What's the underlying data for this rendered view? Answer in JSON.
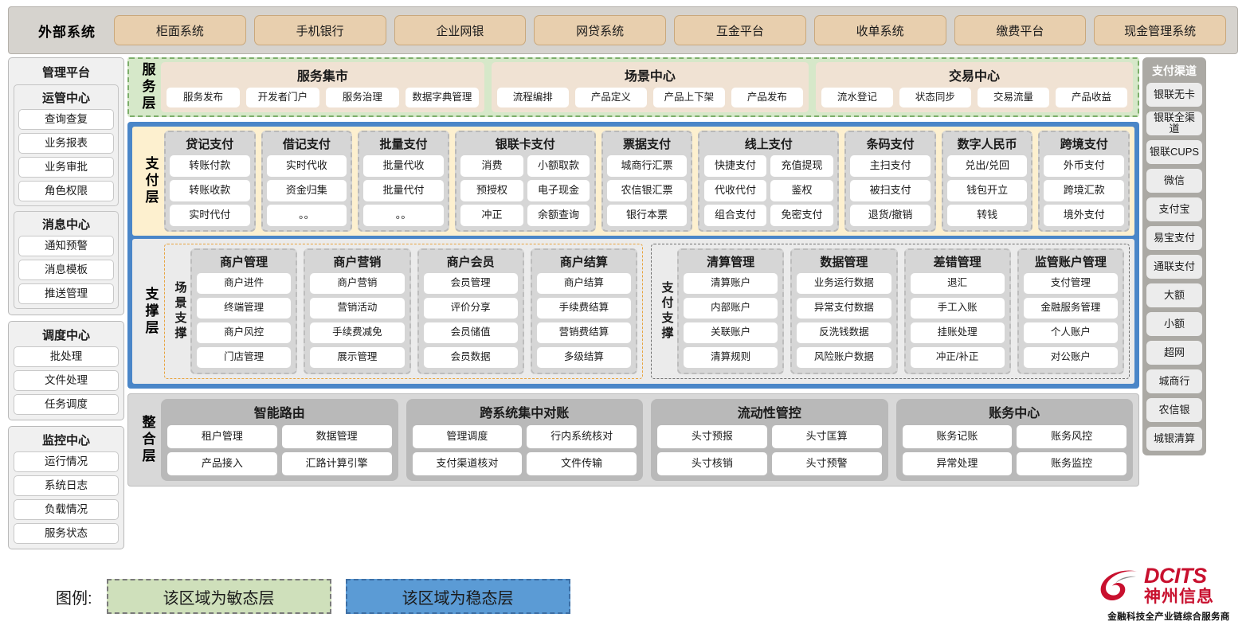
{
  "external": {
    "title": "外部系统",
    "items": [
      "柜面系统",
      "手机银行",
      "企业网银",
      "网贷系统",
      "互金平台",
      "收单系统",
      "缴费平台",
      "现金管理系统"
    ]
  },
  "management": {
    "title": "管理平台",
    "groups": [
      {
        "title": "运管中心",
        "items": [
          "查询查复",
          "业务报表",
          "业务审批",
          "角色权限"
        ]
      },
      {
        "title": "消息中心",
        "items": [
          "通知预警",
          "消息模板",
          "推送管理"
        ]
      }
    ],
    "groups2": [
      {
        "title": "调度中心",
        "items": [
          "批处理",
          "文件处理",
          "任务调度"
        ]
      },
      {
        "title": "监控中心",
        "items": [
          "运行情况",
          "系统日志",
          "负载情况",
          "服务状态"
        ]
      }
    ]
  },
  "service_layer": {
    "tag": "服务层",
    "groups": [
      {
        "title": "服务集市",
        "items": [
          "服务发布",
          "开发者门户",
          "服务治理",
          "数据字典管理"
        ]
      },
      {
        "title": "场景中心",
        "items": [
          "流程编排",
          "产品定义",
          "产品上下架",
          "产品发布"
        ]
      },
      {
        "title": "交易中心",
        "items": [
          "流水登记",
          "状态同步",
          "交易流量",
          "产品收益"
        ]
      }
    ]
  },
  "pay_layer": {
    "tag": "支付层",
    "groups": [
      {
        "title": "贷记支付",
        "cols": 1,
        "items": [
          "转账付款",
          "转账收款",
          "实时代付"
        ]
      },
      {
        "title": "借记支付",
        "cols": 1,
        "items": [
          "实时代收",
          "资金归集",
          "。。"
        ]
      },
      {
        "title": "批量支付",
        "cols": 1,
        "items": [
          "批量代收",
          "批量代付",
          "。。"
        ]
      },
      {
        "title": "银联卡支付",
        "cols": 2,
        "items": [
          "消费",
          "小额取款",
          "预授权",
          "电子现金",
          "冲正",
          "余额查询"
        ]
      },
      {
        "title": "票据支付",
        "cols": 1,
        "items": [
          "城商行汇票",
          "农信银汇票",
          "银行本票"
        ]
      },
      {
        "title": "线上支付",
        "cols": 2,
        "items": [
          "快捷支付",
          "充值提现",
          "代收代付",
          "鉴权",
          "组合支付",
          "免密支付"
        ]
      },
      {
        "title": "条码支付",
        "cols": 1,
        "items": [
          "主扫支付",
          "被扫支付",
          "退货/撤销"
        ]
      },
      {
        "title": "数字人民币",
        "cols": 1,
        "items": [
          "兑出/兑回",
          "钱包开立",
          "转钱"
        ]
      },
      {
        "title": "跨境支付",
        "cols": 1,
        "items": [
          "外币支付",
          "跨境汇款",
          "境外支付"
        ]
      }
    ]
  },
  "support_layer": {
    "tag": "支撑层",
    "scene": {
      "sublabel": "场景支撑",
      "columns": [
        {
          "title": "商户管理",
          "items": [
            "商户进件",
            "终端管理",
            "商户风控",
            "门店管理"
          ]
        },
        {
          "title": "商户营销",
          "items": [
            "商户营销",
            "营销活动",
            "手续费减免",
            "展示管理"
          ]
        },
        {
          "title": "商户会员",
          "items": [
            "会员管理",
            "评价分享",
            "会员储值",
            "会员数据"
          ]
        },
        {
          "title": "商户结算",
          "items": [
            "商户结算",
            "手续费结算",
            "营销费结算",
            "多级结算"
          ]
        }
      ]
    },
    "paysupport": {
      "sublabel": "支付支撑",
      "columns": [
        {
          "title": "清算管理",
          "items": [
            "清算账户",
            "内部账户",
            "关联账户",
            "清算规则"
          ]
        },
        {
          "title": "数据管理",
          "items": [
            "业务运行数据",
            "异常支付数据",
            "反洗钱数据",
            "风险账户数据"
          ]
        },
        {
          "title": "差错管理",
          "items": [
            "退汇",
            "手工入账",
            "挂账处理",
            "冲正/补正"
          ]
        },
        {
          "title": "监管账户管理",
          "items": [
            "支付管理",
            "金融服务管理",
            "个人账户",
            "对公账户"
          ]
        }
      ]
    }
  },
  "integration_layer": {
    "tag": "整合层",
    "groups": [
      {
        "title": "智能路由",
        "items": [
          "租户管理",
          "数据管理",
          "产品接入",
          "汇路计算引擎"
        ]
      },
      {
        "title": "跨系统集中对账",
        "items": [
          "管理调度",
          "行内系统核对",
          "支付渠道核对",
          "文件传输"
        ]
      },
      {
        "title": "流动性管控",
        "items": [
          "头寸预报",
          "头寸匡算",
          "头寸核销",
          "头寸预警"
        ]
      },
      {
        "title": "账务中心",
        "items": [
          "账务记账",
          "账务风控",
          "异常处理",
          "账务监控"
        ]
      }
    ]
  },
  "channels": {
    "title": "支付渠道",
    "items": [
      "银联无卡",
      "银联全渠道",
      "银联CUPS",
      "微信",
      "支付宝",
      "易宝支付",
      "通联支付",
      "大额",
      "小额",
      "超网",
      "城商行",
      "农信银",
      "城银清算"
    ]
  },
  "legend": {
    "label": "图例:",
    "agile": "该区域为敏态层",
    "stable": "该区域为稳态层",
    "agile_color": "#cfe0bb",
    "stable_color": "#5b9bd5"
  },
  "logo": {
    "brand": "DCITS",
    "brand_cn": "神州信息",
    "tagline": "金融科技全产业链综合服务商",
    "color": "#c8102e"
  }
}
